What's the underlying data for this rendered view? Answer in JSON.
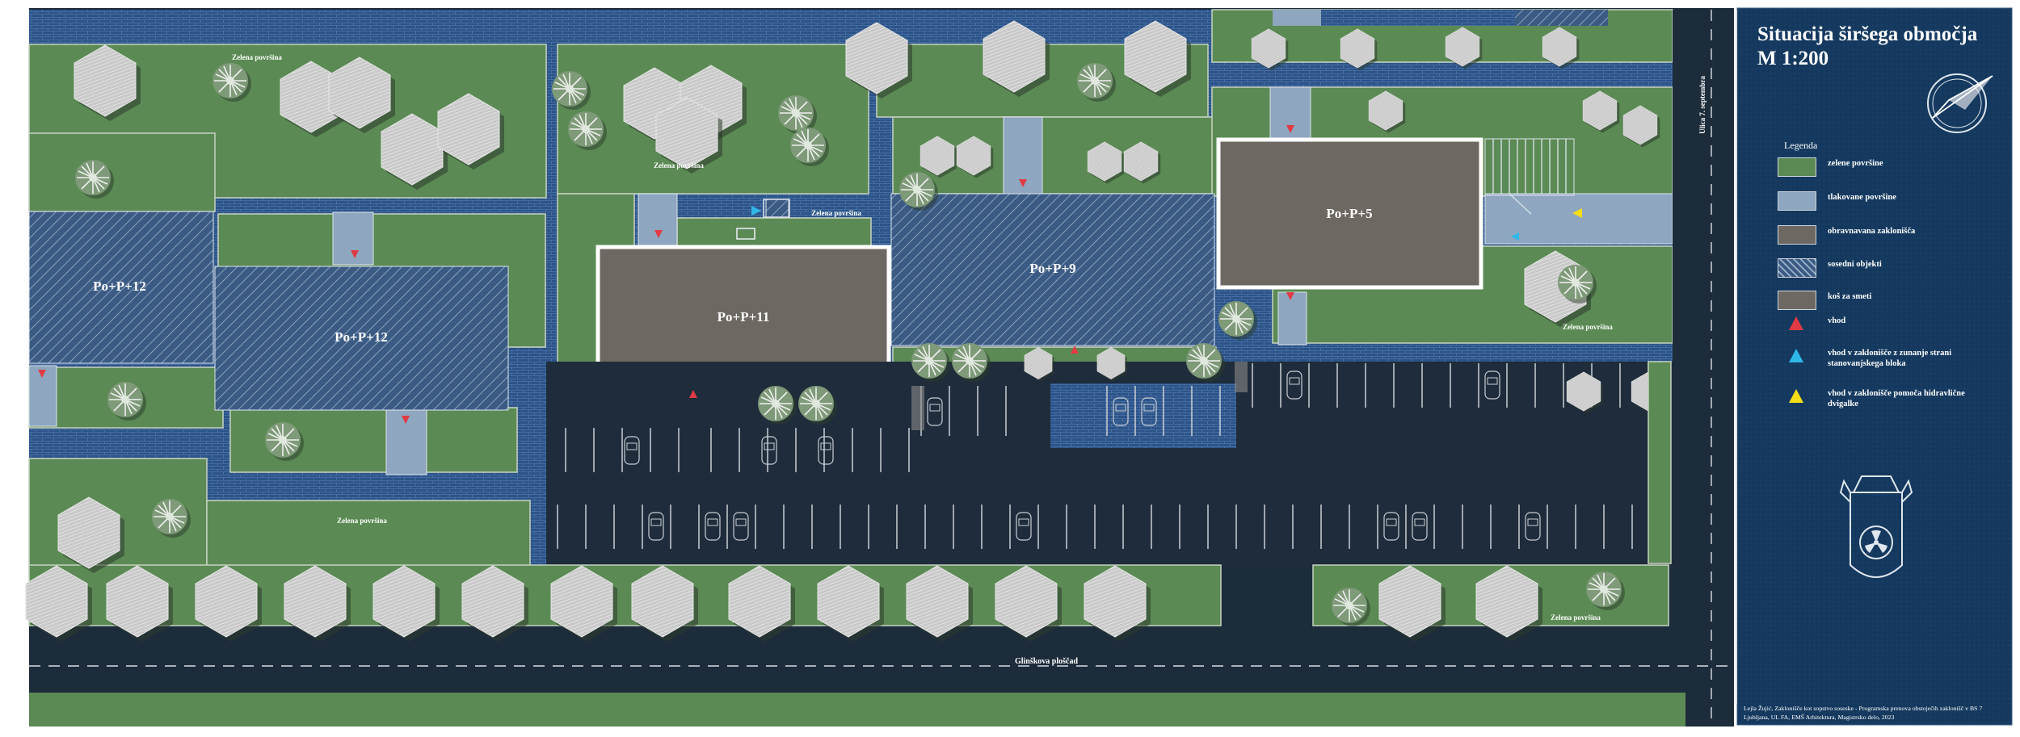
{
  "title_line1": "Situacija širšega območja",
  "title_line2": "M  1:200",
  "legend": {
    "heading": "Legenda",
    "items": [
      {
        "label": "zelene površine",
        "kind": "green"
      },
      {
        "label": "tlakovane površine",
        "kind": "paved"
      },
      {
        "label": "obravnavana zaklonišča",
        "kind": "shelter"
      },
      {
        "label": "sosedni objekti",
        "kind": "hatch"
      },
      {
        "label": "koš za smeti",
        "kind": "bin"
      },
      {
        "label": "vhod",
        "kind": "tri-red"
      },
      {
        "label": "vhod v zaklonišče z zunanje strani stanovanjskega bloka",
        "kind": "tri-cyan"
      },
      {
        "label": "vhod v zaklonišče pomoča hidravlične dvigalke",
        "kind": "tri-yellow"
      }
    ]
  },
  "buildings": {
    "b1": "Po+P+12",
    "b2": "Po+P+12",
    "b3": "Po+P+11",
    "b4": "Po+P+9",
    "b5": "Po+P+5"
  },
  "green_labels": {
    "g1": "Zelena površina",
    "g2": "Zelena površina",
    "g3": "Zelena površina",
    "g4": "Zelena površina",
    "g5": "Zelena površina",
    "g6": "Zelena površina"
  },
  "streets": {
    "south": "Glinškova ploščad",
    "east": "Ulica 7. septembra"
  },
  "footer_line1": "Lejla Žujić, Zaklonišče kot sopstvo soseske - Programska prenova obstoječih zaklonišč v BS 7",
  "footer_line2": "Ljubljana, UL FA, EMŠ Arhitektura, Magistrsko delo, 2023",
  "colors": {
    "green": "#5b8a54",
    "paved": "#8ea6bf",
    "shelter": "#6e6863",
    "dark": "#1f2c3b",
    "blue": "#2d4f7e"
  }
}
